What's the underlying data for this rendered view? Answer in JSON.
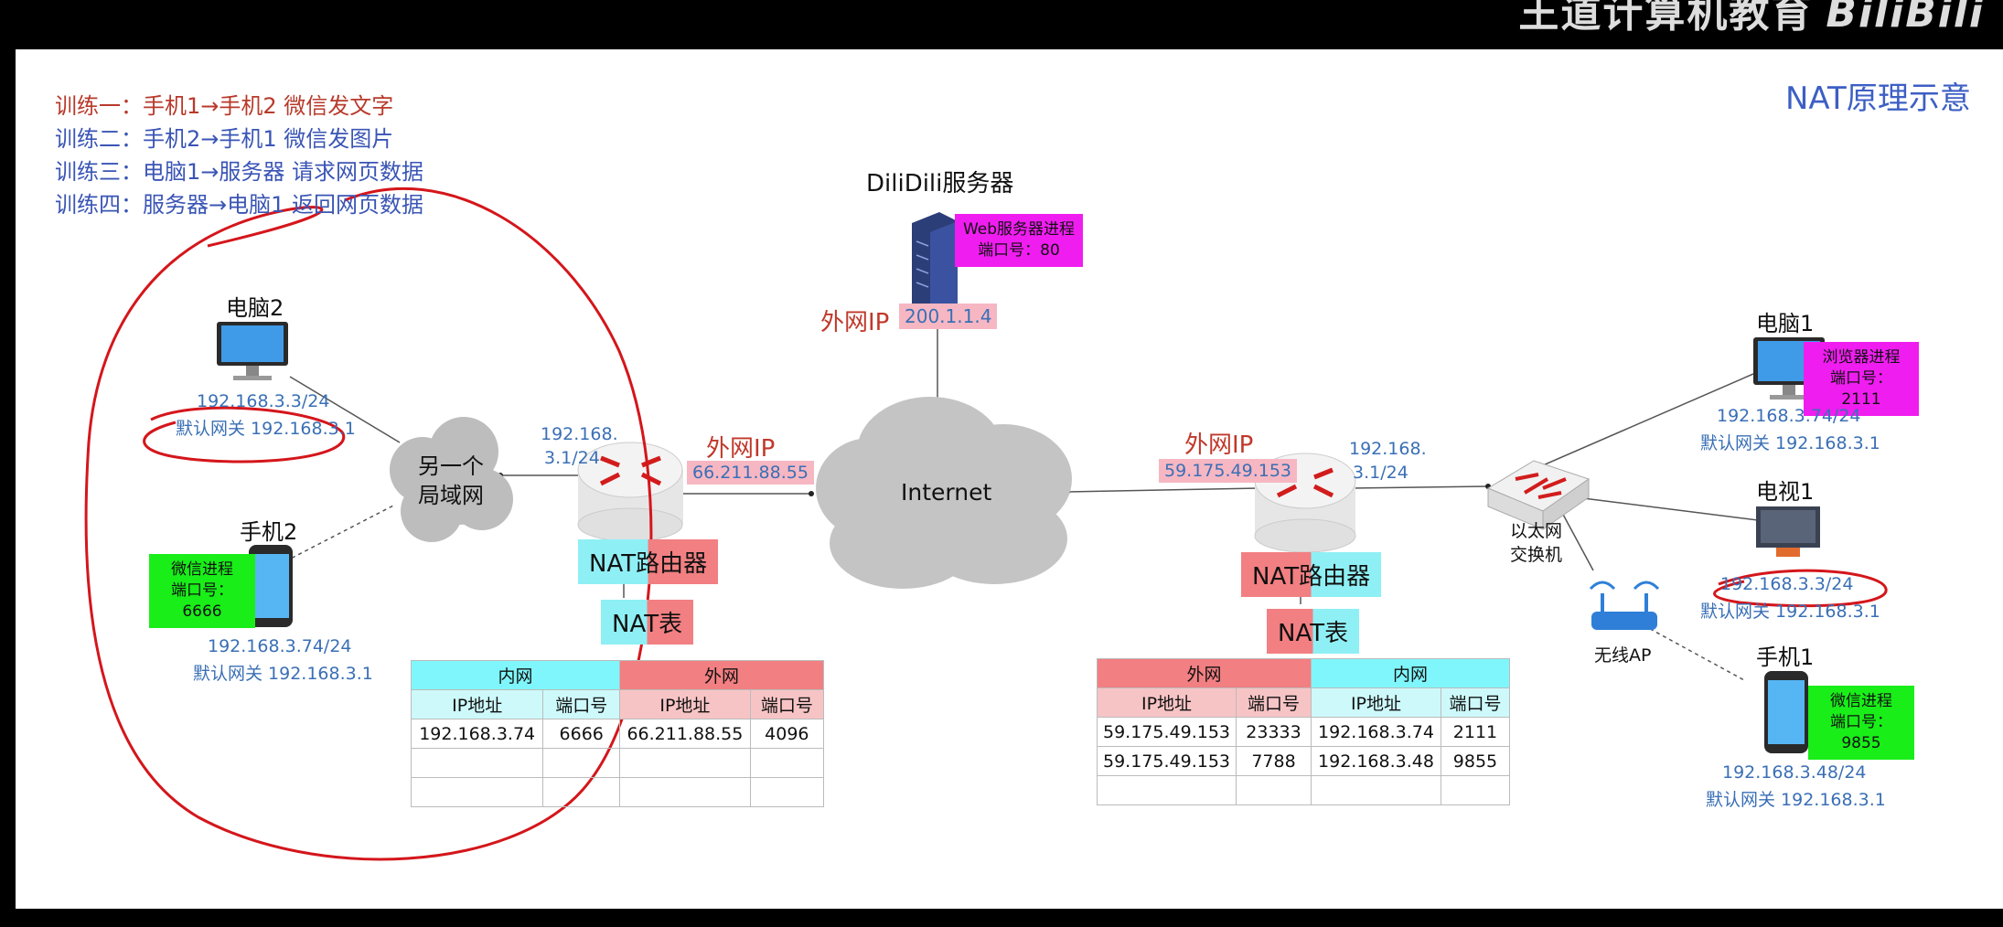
{
  "header": {
    "channel_text": "王道计算机教育",
    "logo_text": "BiliBili"
  },
  "title": "NAT原理示意",
  "exercises": [
    {
      "text": "训练一：手机1→手机2 微信发文字",
      "color": "#b83a2b"
    },
    {
      "text": "训练二：手机2→手机1 微信发图片",
      "color": "#3a55b5"
    },
    {
      "text": "训练三：电脑1→服务器 请求网页数据",
      "color": "#3a55b5"
    },
    {
      "text": "训练四：服务器→电脑1 返回网页数据",
      "color": "#3a55b5"
    }
  ],
  "server": {
    "name": "DiliDili服务器",
    "process": "Web服务器进程",
    "port": "端口号：80",
    "ip_label": "外网IP",
    "ip": "200.1.1.4"
  },
  "internet": {
    "label": "Internet"
  },
  "left_lan": {
    "cloud_label_1": "另一个",
    "cloud_label_2": "局域网",
    "pc_name": "电脑2",
    "pc_ip": "192.168.3.3/24",
    "pc_gw": "默认网关 192.168.3.1",
    "phone_name": "手机2",
    "phone_process": "微信进程",
    "phone_port": "端口号：6666",
    "phone_ip": "192.168.3.74/24",
    "phone_gw": "默认网关 192.168.3.1",
    "router_lan_ip_1": "192.168.",
    "router_lan_ip_2": "3.1/24",
    "router_wan_label": "外网IP",
    "router_wan_ip": "66.211.88.55",
    "router_name": "NAT路由器",
    "nat_table_label": "NAT表"
  },
  "right_lan": {
    "router_wan_label": "外网IP",
    "router_wan_ip": "59.175.49.153",
    "router_lan_ip_1": "192.168.",
    "router_lan_ip_2": "3.1/24",
    "router_name": "NAT路由器",
    "nat_table_label": "NAT表",
    "switch_label_1": "以太网",
    "switch_label_2": "交换机",
    "ap_label": "无线AP",
    "pc_name": "电脑1",
    "pc_process": "浏览器进程",
    "pc_port": "端口号：2111",
    "pc_ip": "192.168.3.74/24",
    "pc_gw": "默认网关 192.168.3.1",
    "tv_name": "电视1",
    "tv_ip": "192.168.3.3/24",
    "tv_gw": "默认网关 192.168.3.1",
    "phone_name": "手机1",
    "phone_process": "微信进程",
    "phone_port": "端口号：9855",
    "phone_ip": "192.168.3.48/24",
    "phone_gw": "默认网关 192.168.3.1"
  },
  "nat_table_left": {
    "group_inner": "内网",
    "group_outer": "外网",
    "cols": [
      "IP地址",
      "端口号",
      "IP地址",
      "端口号"
    ],
    "rows": [
      [
        "192.168.3.74",
        "6666",
        "66.211.88.55",
        "4096"
      ],
      [
        "",
        "",
        "",
        ""
      ],
      [
        "",
        "",
        "",
        ""
      ]
    ]
  },
  "nat_table_right": {
    "group_outer": "外网",
    "group_inner": "内网",
    "cols": [
      "IP地址",
      "端口号",
      "IP地址",
      "端口号"
    ],
    "rows": [
      [
        "59.175.49.153",
        "23333",
        "192.168.3.74",
        "2111"
      ],
      [
        "59.175.49.153",
        "7788",
        "192.168.3.48",
        "9855"
      ],
      [
        "",
        "",
        "",
        ""
      ]
    ]
  },
  "colors": {
    "annotation": "#d4161b",
    "cyan": "#8ef0f5",
    "red": "#f27f82",
    "magenta": "#f01df0",
    "green": "#19ee19",
    "title": "#3d5fc4"
  }
}
